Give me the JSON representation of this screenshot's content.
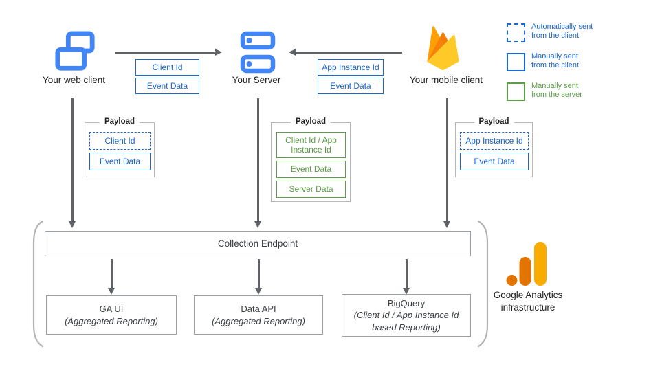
{
  "legend": {
    "items": [
      {
        "lines": [
          "Automatically sent",
          "from the client"
        ],
        "style": "dashed-blue"
      },
      {
        "lines": [
          "Manually sent",
          "from the client"
        ],
        "style": "solid-blue"
      },
      {
        "lines": [
          "Manually sent",
          "from the server"
        ],
        "style": "solid-green"
      }
    ]
  },
  "nodes": {
    "web": {
      "label": "Your web client"
    },
    "server": {
      "label": "Your Server"
    },
    "mobile": {
      "label": "Your mobile client"
    }
  },
  "flows": {
    "web_to_server": {
      "labels": [
        "Client Id",
        "Event Data"
      ]
    },
    "mobile_to_server": {
      "labels": [
        "App Instance Id",
        "Event Data"
      ]
    }
  },
  "payloads": {
    "web": {
      "title": "Payload",
      "items": [
        {
          "label": "Client Id",
          "style": "dashed-blue"
        },
        {
          "label": "Event Data",
          "style": "solid-blue"
        }
      ]
    },
    "server": {
      "title": "Payload",
      "items": [
        {
          "label": "Client Id / App Instance Id",
          "style": "solid-green"
        },
        {
          "label": "Event Data",
          "style": "solid-green"
        },
        {
          "label": "Server Data",
          "style": "solid-green"
        }
      ]
    },
    "mobile": {
      "title": "Payload",
      "items": [
        {
          "label": "App Instance Id",
          "style": "dashed-blue"
        },
        {
          "label": "Event Data",
          "style": "solid-blue"
        }
      ]
    }
  },
  "infrastructure": {
    "endpoint_label": "Collection Endpoint",
    "caption": "Google Analytics infrastructure",
    "outputs": [
      {
        "title": "GA UI",
        "subtitle": "(Aggregated Reporting)"
      },
      {
        "title": "Data API",
        "subtitle": "(Aggregated Reporting)"
      },
      {
        "title": "BigQuery",
        "subtitle": "(Client Id / App Instance Id based Reporting)"
      }
    ]
  },
  "colors": {
    "icon_blue": "#4285F4",
    "accent_blue": "#1967D2",
    "accent_green": "#5B9E45",
    "arrow_gray": "#5F6368",
    "box_border_gray": "#9AA0A6",
    "payload_border_gray": "#B7B7B7",
    "firebase_yellow": "#FFCA28",
    "firebase_orange": "#FFA000",
    "ga_amber": "#F9AB00",
    "ga_orange": "#E37400"
  }
}
